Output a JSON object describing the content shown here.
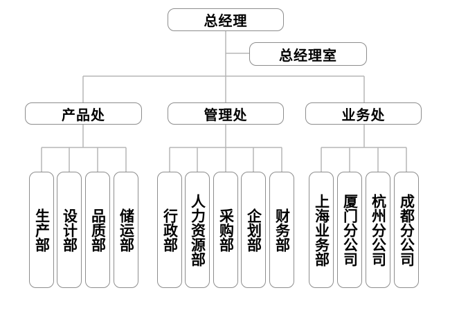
{
  "ceo": {
    "label": "总经理"
  },
  "office": {
    "label": "总经理室"
  },
  "divisions": [
    {
      "label": "产品处",
      "depts": [
        "生产部",
        "设计部",
        "品质部",
        "储运部"
      ]
    },
    {
      "label": "管理处",
      "depts": [
        "行政部",
        "人力资源部",
        "采购部",
        "企划部",
        "财务部"
      ]
    },
    {
      "label": "业务处",
      "depts": [
        "上海业务部",
        "厦门分公司",
        "杭州分公司",
        "成都分公司"
      ]
    }
  ]
}
